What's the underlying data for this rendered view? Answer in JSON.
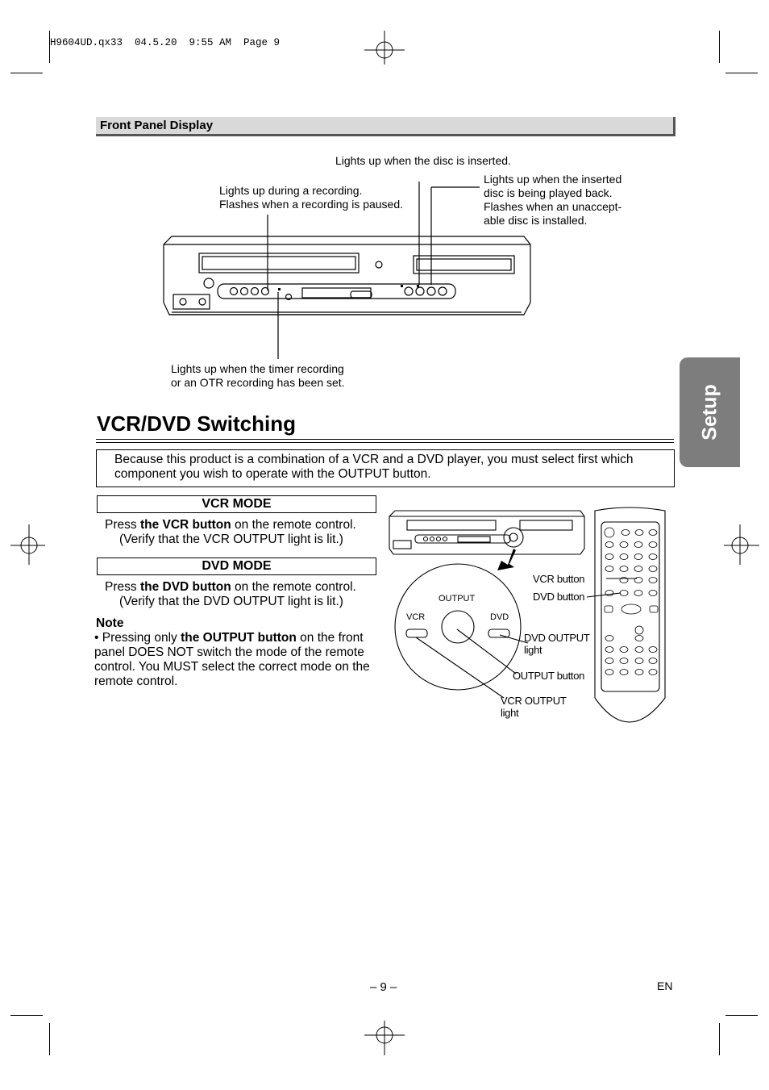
{
  "print_header": "H9604UD.qx33  04.5.20  9:55 AM  Page 9",
  "section": {
    "title": "Front Panel Display"
  },
  "callouts": {
    "disc_inserted": "Lights up when the disc is inserted.",
    "recording_1": "Lights up during a recording.",
    "recording_2": "Flashes when a recording is paused.",
    "played_1": "Lights up when the inserted",
    "played_2": "disc is being played back.",
    "played_3": "Flashes when an unaccept-",
    "played_4": "able disc is installed.",
    "timer_1": "Lights up when the timer recording",
    "timer_2": "or an OTR recording has been set."
  },
  "heading": "VCR/DVD Switching",
  "intro_1": "Because this product is a combination of a VCR and a DVD player, you must select first which",
  "intro_2": "component you wish to operate with the OUTPUT button.",
  "vcr_mode": {
    "title": "VCR MODE",
    "pre": "Press ",
    "bold": "the VCR button",
    "post": " on the remote control.",
    "line2": "(Verify that the VCR OUTPUT light is lit.)"
  },
  "dvd_mode": {
    "title": "DVD MODE",
    "pre": "Press ",
    "bold": "the DVD button",
    "post": " on the remote control.",
    "line2": "(Verify that the DVD OUTPUT light is lit.)"
  },
  "note": {
    "title": "Note",
    "pre": "• Pressing only ",
    "bold": "the OUTPUT button",
    "post": " on the front panel DOES NOT switch the mode of the remote control. You MUST select the correct mode on the remote control."
  },
  "diagram": {
    "output": "OUTPUT",
    "vcr": "VCR",
    "dvd": "DVD",
    "vcr_button": "VCR button",
    "dvd_button": "DVD button",
    "dvd_output_1": "DVD OUTPUT",
    "dvd_output_2": "light",
    "output_button": "OUTPUT button",
    "vcr_output_1": "VCR OUTPUT",
    "vcr_output_2": "light"
  },
  "tab_label": "Setup",
  "page_number": "– 9 –",
  "lang": "EN"
}
